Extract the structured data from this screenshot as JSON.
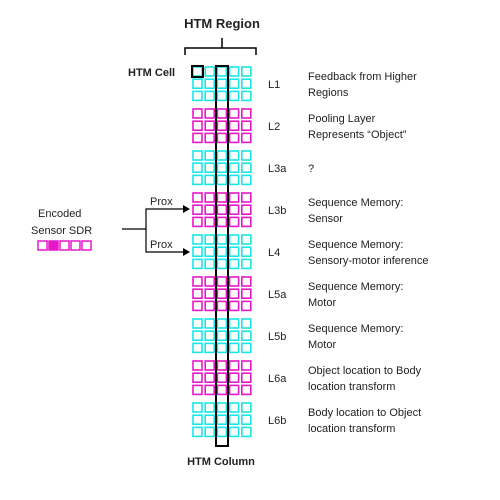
{
  "title": "HTM Region",
  "cell_label": "HTM Cell",
  "column_label": "HTM Column",
  "input": {
    "label_line1": "Encoded",
    "label_line2": "Sensor SDR",
    "sdr_active": [
      false,
      true,
      false,
      false,
      false
    ],
    "prox_label_1": "Prox",
    "prox_label_2": "Prox"
  },
  "colors": {
    "cyan": "#19e6e6",
    "magenta": "#e619c8",
    "line": "#000000"
  },
  "layers": [
    {
      "name": "L1",
      "color": "cyan",
      "desc": [
        "Feedback from Higher",
        "Regions"
      ]
    },
    {
      "name": "L2",
      "color": "magenta",
      "desc": [
        "Pooling Layer",
        "Represents “Object”"
      ]
    },
    {
      "name": "L3a",
      "color": "cyan",
      "desc": [
        "?"
      ]
    },
    {
      "name": "L3b",
      "color": "magenta",
      "desc": [
        "Sequence Memory:",
        "Sensor"
      ]
    },
    {
      "name": "L4",
      "color": "cyan",
      "desc": [
        "Sequence Memory:",
        "Sensory-motor inference"
      ]
    },
    {
      "name": "L5a",
      "color": "magenta",
      "desc": [
        "Sequence Memory:",
        "Motor"
      ]
    },
    {
      "name": "L5b",
      "color": "cyan",
      "desc": [
        "Sequence Memory:",
        "Motor"
      ]
    },
    {
      "name": "L6a",
      "color": "magenta",
      "desc": [
        "Object location to Body",
        "location transform"
      ]
    },
    {
      "name": "L6b",
      "color": "cyan",
      "desc": [
        "Body location to Object",
        "location transform"
      ]
    }
  ]
}
